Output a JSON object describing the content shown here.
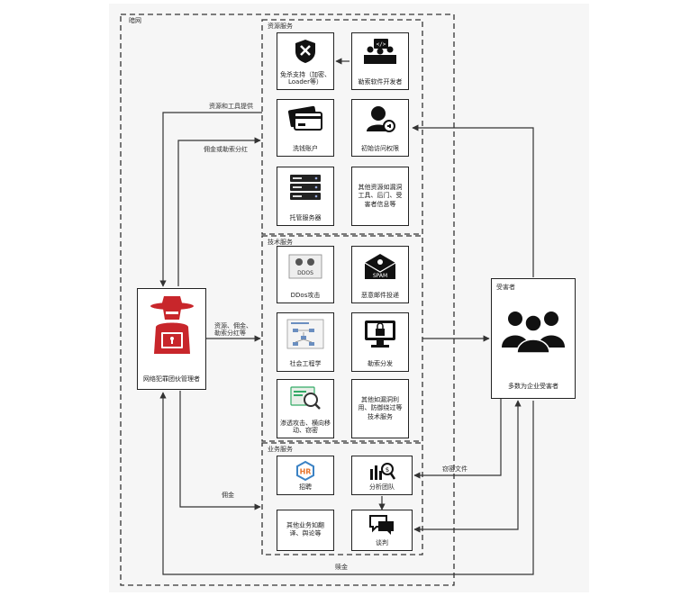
{
  "regions": {
    "darknet": "暗网",
    "resources": "资源服务",
    "technical": "技术服务",
    "business": "业务服务"
  },
  "nodes": {
    "free_support": "免杀支持（加密、Loader等）",
    "ransomware_dev": "勒索软件开发者",
    "laundering": "洗钱账户",
    "initial_access": "初始访问权限",
    "hosting": "托管服务器",
    "other_resources": "其他资源如漏洞工具、后门、受害者信息等",
    "ddos": "DDos攻击",
    "spam": "恶意邮件投递",
    "social": "社会工程学",
    "ransom_distribution": "勒索分发",
    "pentest": "渗透攻击、横向移动、窃密",
    "other_tech": "其他如漏洞利用、防御绕过等技术服务",
    "recruit": "招聘",
    "analysis": "分析团队",
    "negotiation": "谈判",
    "other_business": "其他业务如翻译、舆论等",
    "gang_leader": "网络犯罪团伙管理者",
    "victims_title": "受害者",
    "victims_desc": "多数为企业受害者"
  },
  "edges": {
    "resources_tools": "资源和工具提供",
    "commission_share": "佣金或勒索分红",
    "resources_commission": "资源、佣金、勒索分红等",
    "commission": "佣金",
    "stolen_files": "窃密文件",
    "ransom": "赎金"
  },
  "icon_text": {
    "hr": "HR",
    "spam": "SPAM",
    "ddos": "DDOS"
  }
}
